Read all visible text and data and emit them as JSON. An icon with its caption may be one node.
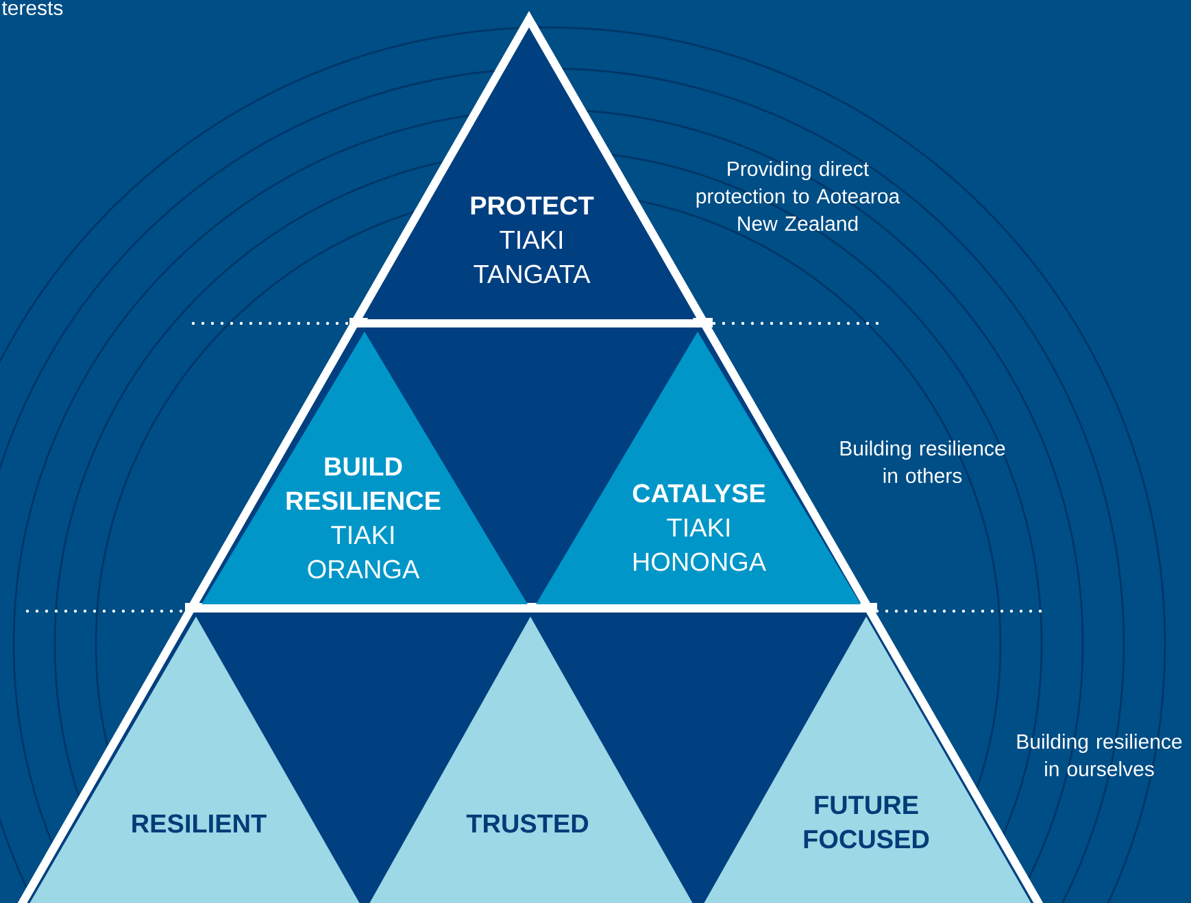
{
  "diagram": {
    "nodes": [
      {
        "text": [
          "PROTECT",
          "TIAKI TANGATA"
        ]
      },
      {
        "text": [
          "BUILD RESILIENCE",
          "TIAKI ORANGA"
        ]
      },
      {
        "text": [
          "CATALYSE",
          "TIAKI HONONGA"
        ]
      },
      {
        "text": [
          "RESILIENT"
        ]
      },
      {
        "text": [
          "TRUSTED"
        ]
      },
      {
        "text": [
          "FUTURE FOCUSED"
        ]
      }
    ],
    "labels": [
      "terests",
      "Providing direct protection to Aotearoa New Zealand",
      "Building resilience in others",
      "Building resilience in ourselves"
    ]
  }
}
